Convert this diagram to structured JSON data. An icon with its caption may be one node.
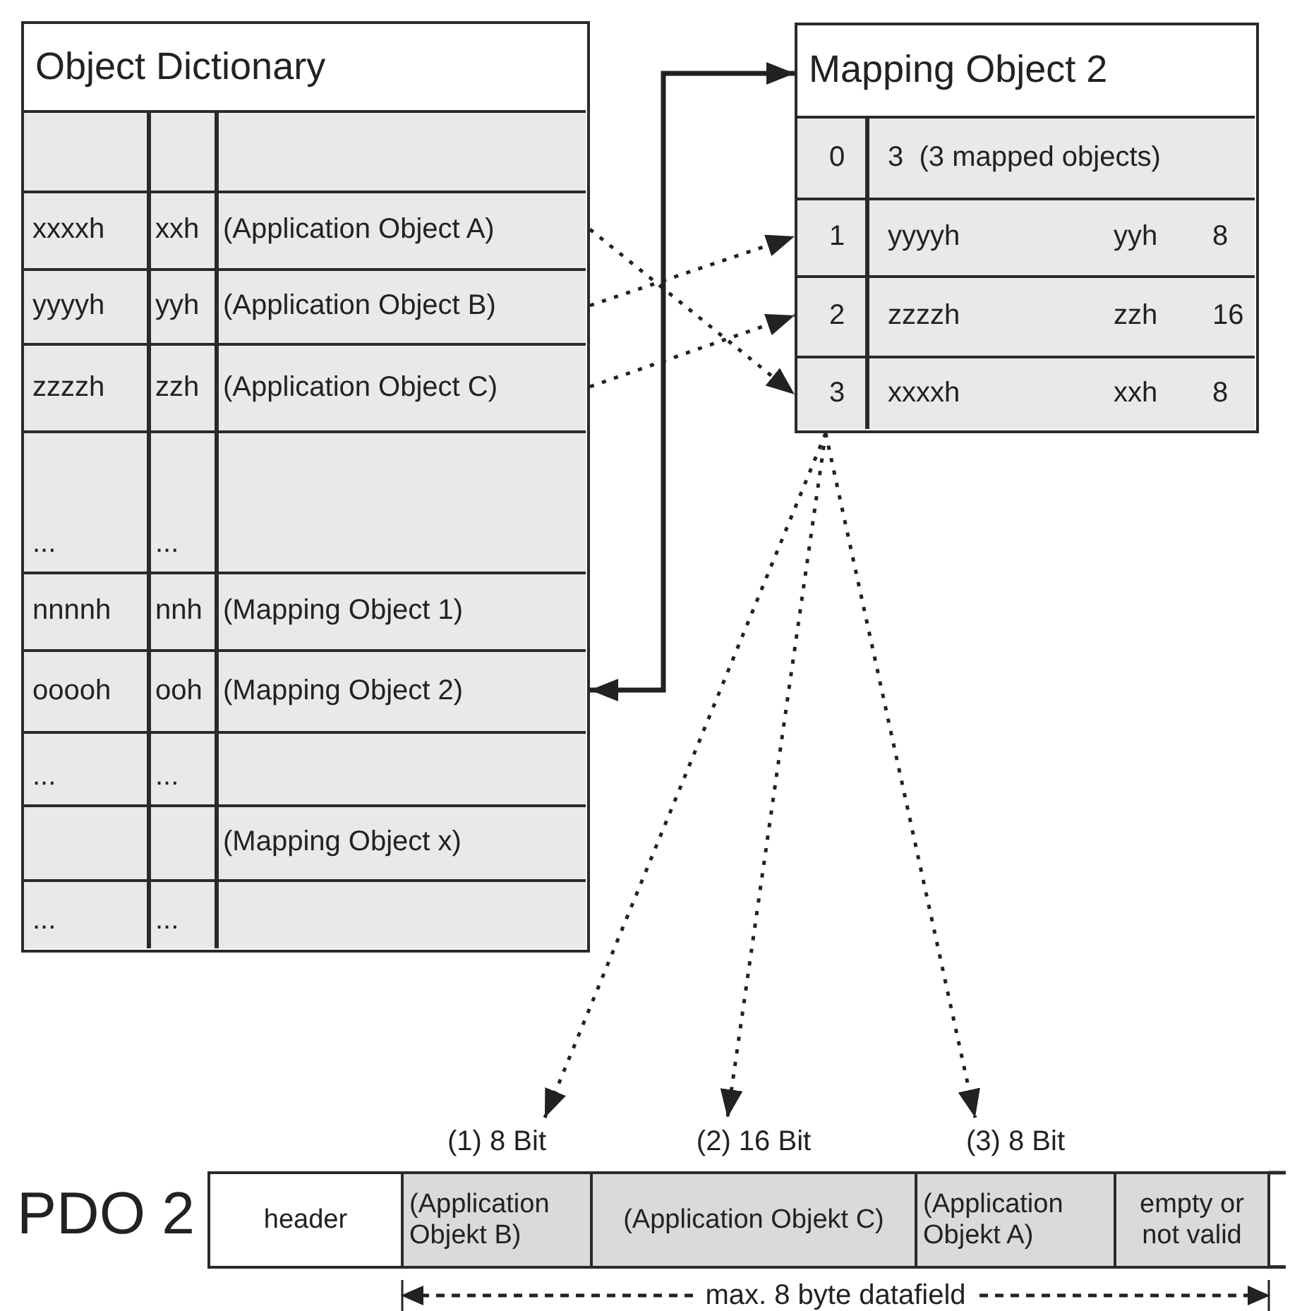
{
  "diagram": {
    "nodes": [
      {
        "text": [
          "Object Dictionary"
        ]
      },
      {
        "text": [],
        "shape": "box",
        "in": 0
      },
      {
        "text": [
          "xxxxh",
          "xxh",
          "(Application Object A)"
        ],
        "in": 0
      },
      {
        "text": [
          "yyyyh",
          "yyh",
          "(Application Object B)"
        ],
        "in": 0
      },
      {
        "text": [
          "zzzzh",
          "zzh",
          "(Application Object C)"
        ],
        "in": 0
      },
      {
        "text": [
          "...",
          "..."
        ],
        "in": 0
      },
      {
        "text": [
          "nnnnh",
          "nnh",
          "(Mapping Object 1)"
        ],
        "in": 0
      },
      {
        "text": [
          "ooooh",
          "ooh",
          "(Mapping Object 2)"
        ],
        "in": 0
      },
      {
        "text": [
          "...",
          "..."
        ],
        "in": 0
      },
      {
        "text": [
          "(Mapping Object x)"
        ],
        "in": 0
      },
      {
        "text": [
          "...",
          "..."
        ],
        "in": 0
      },
      {
        "text": [
          "Mapping Object 2"
        ]
      },
      {
        "text": [
          "0",
          "3  (3 mapped objects)"
        ],
        "in": 11
      },
      {
        "text": [
          "1",
          "yyyyh",
          "yyh",
          "8"
        ],
        "in": 11
      },
      {
        "text": [
          "2",
          "zzzzh",
          "zzh",
          "16"
        ],
        "in": 11
      },
      {
        "text": [
          "3",
          "xxxxh",
          "xxh",
          "8"
        ],
        "in": 11
      },
      {
        "text": [
          "header"
        ]
      },
      {
        "text": [
          "(Application Objekt B)"
        ],
        "beside": [
          "(1) 8 Bit"
        ]
      },
      {
        "text": [
          "(Application Objekt C)"
        ],
        "beside": [
          "(2) 16 Bit"
        ]
      },
      {
        "text": [
          "(Application Objekt A)"
        ],
        "beside": [
          "(3) 8 Bit"
        ]
      },
      {
        "text": [
          "empty or not valid"
        ]
      }
    ],
    "edges": [
      {
        "from": 2,
        "to": 15,
        "arrow": "to",
        "style": "dashed"
      },
      {
        "from": 3,
        "to": 13,
        "arrow": "to",
        "style": "dashed"
      },
      {
        "from": 4,
        "to": 14,
        "arrow": "to",
        "style": "dashed"
      },
      {
        "from": 7,
        "to": 11,
        "arrow": "both"
      },
      {
        "from": 11,
        "to": 17,
        "arrow": "to",
        "style": "dashed"
      },
      {
        "from": 11,
        "to": 18,
        "arrow": "to",
        "style": "dashed"
      },
      {
        "from": 11,
        "to": 19,
        "arrow": "to",
        "style": "dashed"
      }
    ],
    "labels": [
      "PDO 2",
      "max. 8 byte datafield"
    ]
  }
}
